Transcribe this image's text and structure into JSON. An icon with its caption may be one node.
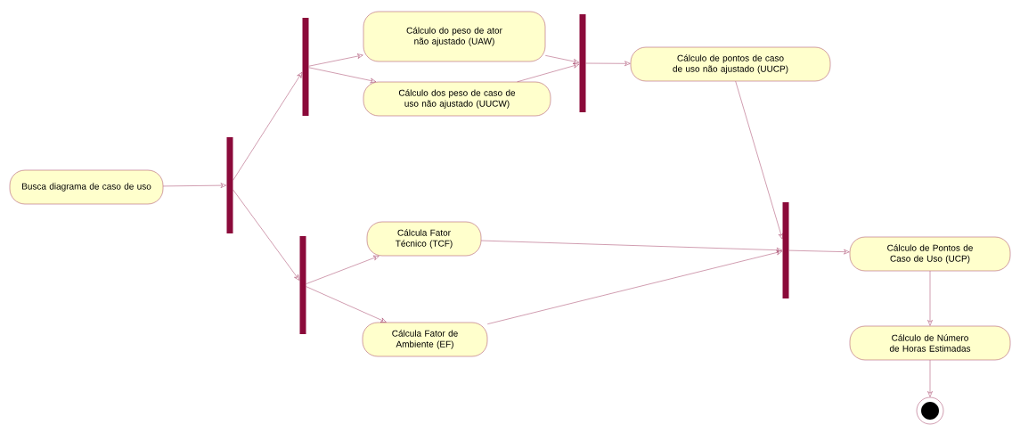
{
  "diagram": {
    "nodes": [
      {
        "text": [
          "Busca diagrama de caso de uso"
        ]
      },
      {
        "text": [],
        "shape": "bar"
      },
      {
        "text": [],
        "shape": "bar"
      },
      {
        "text": [
          "Cálculo do peso de ator não ajustado (UAW)"
        ]
      },
      {
        "text": [
          "Cálculo dos peso de caso de uso não ajustado (UUCW)"
        ]
      },
      {
        "text": [],
        "shape": "bar"
      },
      {
        "text": [
          "Cálculo de pontos de caso de uso não ajustado (UUCP)"
        ]
      },
      {
        "text": [],
        "shape": "bar"
      },
      {
        "text": [
          "Cálcula Fator Técnico (TCF)"
        ]
      },
      {
        "text": [
          "Cálcula Fator de Ambiente (EF)"
        ]
      },
      {
        "text": [],
        "shape": "bar"
      },
      {
        "text": [
          "Cálculo de Pontos de Caso de Uso (UCP)"
        ]
      },
      {
        "text": [
          "Cálculo de Número de Horas Estimadas"
        ]
      },
      {
        "text": [],
        "shape": "circle"
      }
    ],
    "edges": [
      {
        "from": 0,
        "to": 1,
        "arrow": "to"
      },
      {
        "from": 1,
        "to": 2,
        "arrow": "to"
      },
      {
        "from": 1,
        "to": 7,
        "arrow": "to"
      },
      {
        "from": 2,
        "to": 3,
        "arrow": "to"
      },
      {
        "from": 2,
        "to": 4,
        "arrow": "to"
      },
      {
        "from": 3,
        "to": 5,
        "arrow": "to"
      },
      {
        "from": 4,
        "to": 5,
        "arrow": "to"
      },
      {
        "from": 5,
        "to": 6,
        "arrow": "to"
      },
      {
        "from": 6,
        "to": 10,
        "arrow": "to"
      },
      {
        "from": 7,
        "to": 8,
        "arrow": "to"
      },
      {
        "from": 7,
        "to": 9,
        "arrow": "to"
      },
      {
        "from": 8,
        "to": 10,
        "arrow": "to"
      },
      {
        "from": 9,
        "to": 10,
        "arrow": "to"
      },
      {
        "from": 10,
        "to": 11,
        "arrow": "to"
      },
      {
        "from": 11,
        "to": 12,
        "arrow": "to"
      },
      {
        "from": 12,
        "to": 13,
        "arrow": "to"
      }
    ]
  }
}
